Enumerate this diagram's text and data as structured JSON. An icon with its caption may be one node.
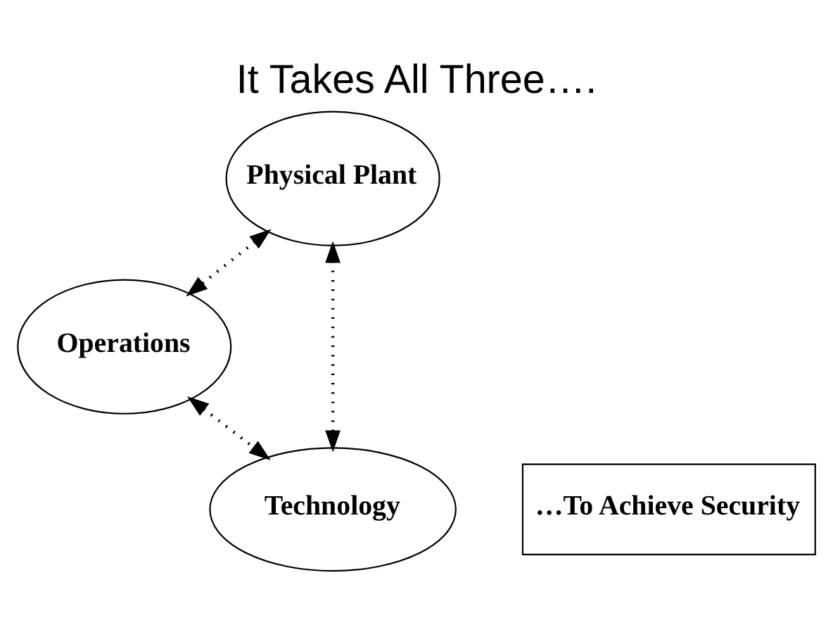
{
  "diagram": {
    "title": "It Takes All Three….",
    "nodes": [
      {
        "text": [
          "Physical Plant"
        ]
      },
      {
        "text": [
          "Operations"
        ]
      },
      {
        "text": [
          "Technology"
        ]
      },
      {
        "text": [
          "…To Achieve Security"
        ]
      }
    ],
    "edges": [
      {
        "from": 0,
        "to": 1,
        "arrow": "both",
        "style": "dashed"
      },
      {
        "from": 0,
        "to": 2,
        "arrow": "both",
        "style": "dashed"
      },
      {
        "from": 1,
        "to": 2,
        "arrow": "both",
        "style": "dashed"
      }
    ]
  }
}
